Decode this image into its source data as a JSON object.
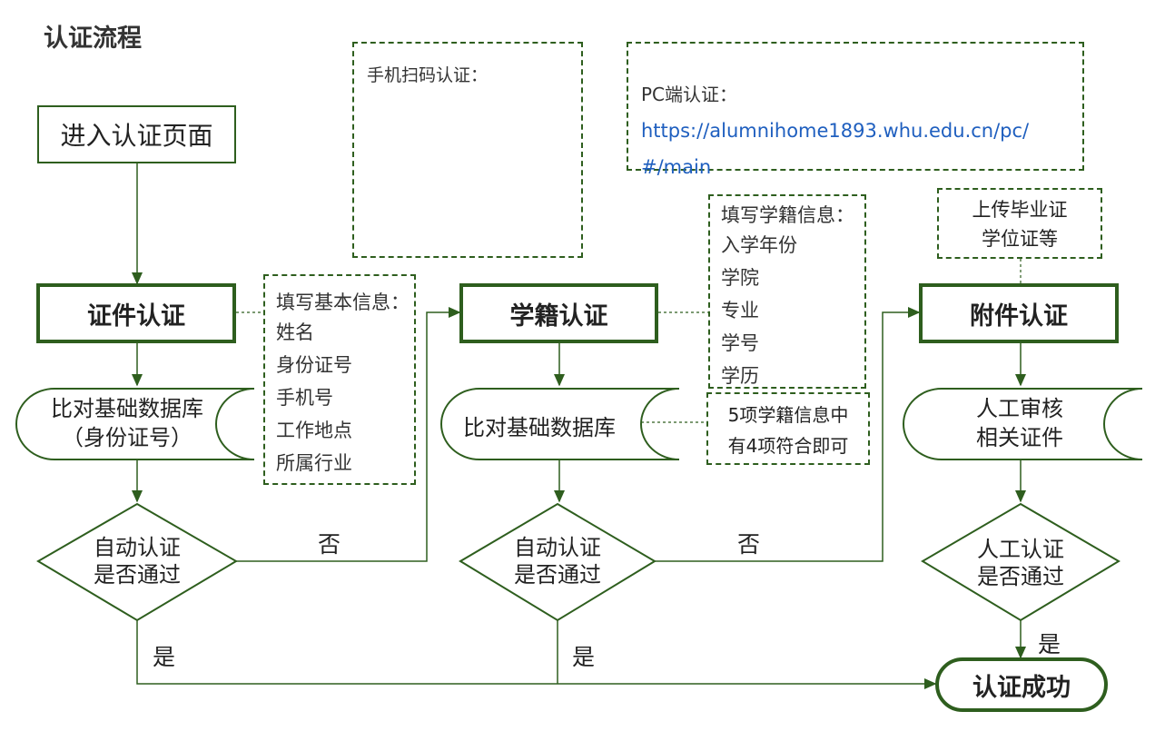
{
  "title": "认证流程",
  "start": "进入认证页面",
  "qr": {
    "label": "手机扫码认证："
  },
  "pc": {
    "label": "PC端认证：",
    "url_line1": "https://alumnihome1893.whu.edu.cn/pc/",
    "url_line2": "#/main"
  },
  "stage1": {
    "box": "证件认证",
    "note": [
      "填写基本信息：",
      "姓名",
      "身份证号",
      "手机号",
      "工作地点",
      "所属行业"
    ],
    "storage": [
      "比对基础数据库",
      "（身份证号）"
    ],
    "decision": [
      "自动认证",
      "是否通过"
    ]
  },
  "stage2": {
    "box": "学籍认证",
    "note": [
      "填写学籍信息：",
      "入学年份",
      "学院",
      "专业",
      "学号",
      "学历"
    ],
    "storage": "比对基础数据库",
    "rule": [
      "5项学籍信息中",
      "有4项符合即可"
    ],
    "decision": [
      "自动认证",
      "是否通过"
    ]
  },
  "stage3": {
    "box": "附件认证",
    "note": [
      "上传毕业证",
      "学位证等"
    ],
    "storage": [
      "人工审核",
      "相关证件"
    ],
    "decision": [
      "人工认证",
      "是否通过"
    ]
  },
  "labels": {
    "no1": "否",
    "no2": "否",
    "yes1": "是",
    "yes2": "是",
    "yes3": "是"
  },
  "end": "认证成功",
  "colors": {
    "line": "#2e5e1e",
    "link": "#1f5fbf"
  }
}
